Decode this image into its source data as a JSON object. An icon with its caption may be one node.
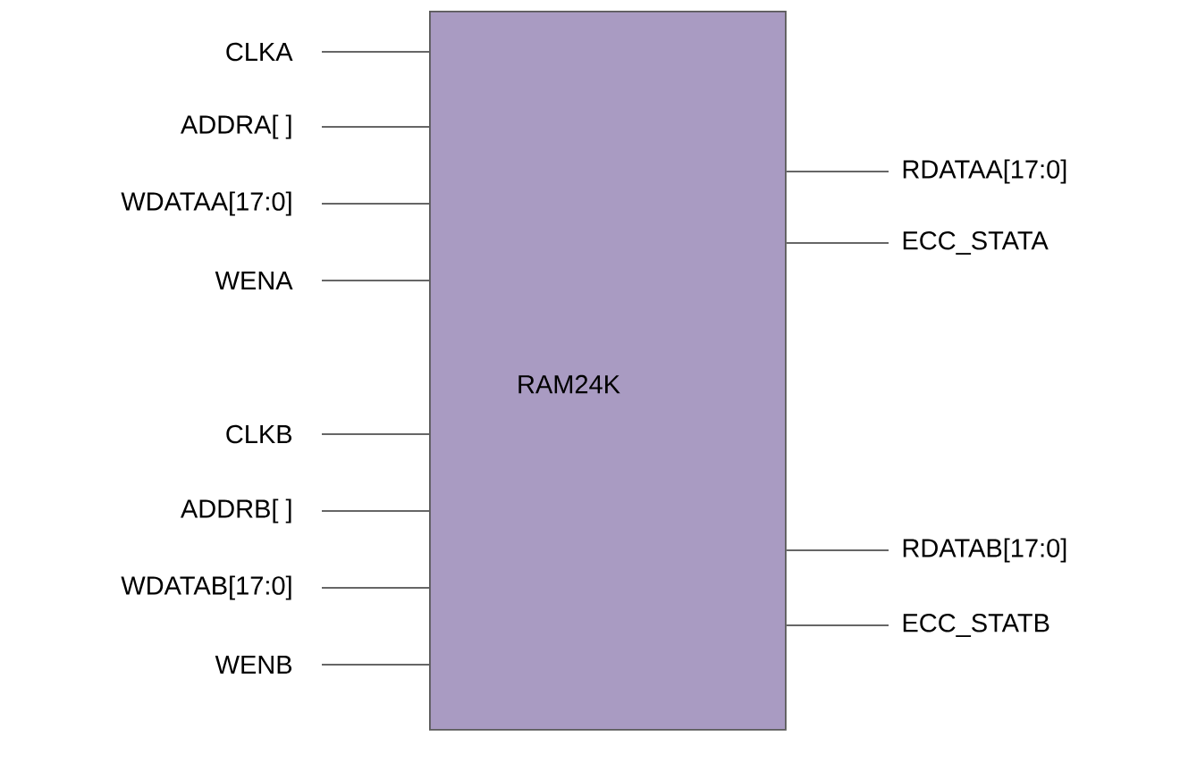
{
  "diagram": {
    "nodes": [
      {
        "text": [
          "RAM24K"
        ]
      },
      {
        "text": [
          "CLKA"
        ]
      },
      {
        "text": [
          "ADDRA[ ]"
        ]
      },
      {
        "text": [
          "WDATAA[17:0]"
        ]
      },
      {
        "text": [
          "WENA"
        ]
      },
      {
        "text": [
          "CLKB"
        ]
      },
      {
        "text": [
          "ADDRB[ ]"
        ]
      },
      {
        "text": [
          "WDATAB[17:0]"
        ]
      },
      {
        "text": [
          "WENB"
        ]
      },
      {
        "text": [
          "RDATAA[17:0]"
        ]
      },
      {
        "text": [
          "ECC_STATA"
        ]
      },
      {
        "text": [
          "RDATAB[17:0]"
        ]
      },
      {
        "text": [
          "ECC_STATB"
        ]
      }
    ],
    "edges": [
      {
        "from": 1,
        "to": 0,
        "arrow": "none"
      },
      {
        "from": 2,
        "to": 0,
        "arrow": "none"
      },
      {
        "from": 3,
        "to": 0,
        "arrow": "none"
      },
      {
        "from": 4,
        "to": 0,
        "arrow": "none"
      },
      {
        "from": 5,
        "to": 0,
        "arrow": "none"
      },
      {
        "from": 6,
        "to": 0,
        "arrow": "none"
      },
      {
        "from": 7,
        "to": 0,
        "arrow": "none"
      },
      {
        "from": 8,
        "to": 0,
        "arrow": "none"
      },
      {
        "from": 0,
        "to": 9,
        "arrow": "none"
      },
      {
        "from": 0,
        "to": 10,
        "arrow": "none"
      },
      {
        "from": 0,
        "to": 11,
        "arrow": "none"
      },
      {
        "from": 0,
        "to": 12,
        "arrow": "none"
      }
    ]
  }
}
